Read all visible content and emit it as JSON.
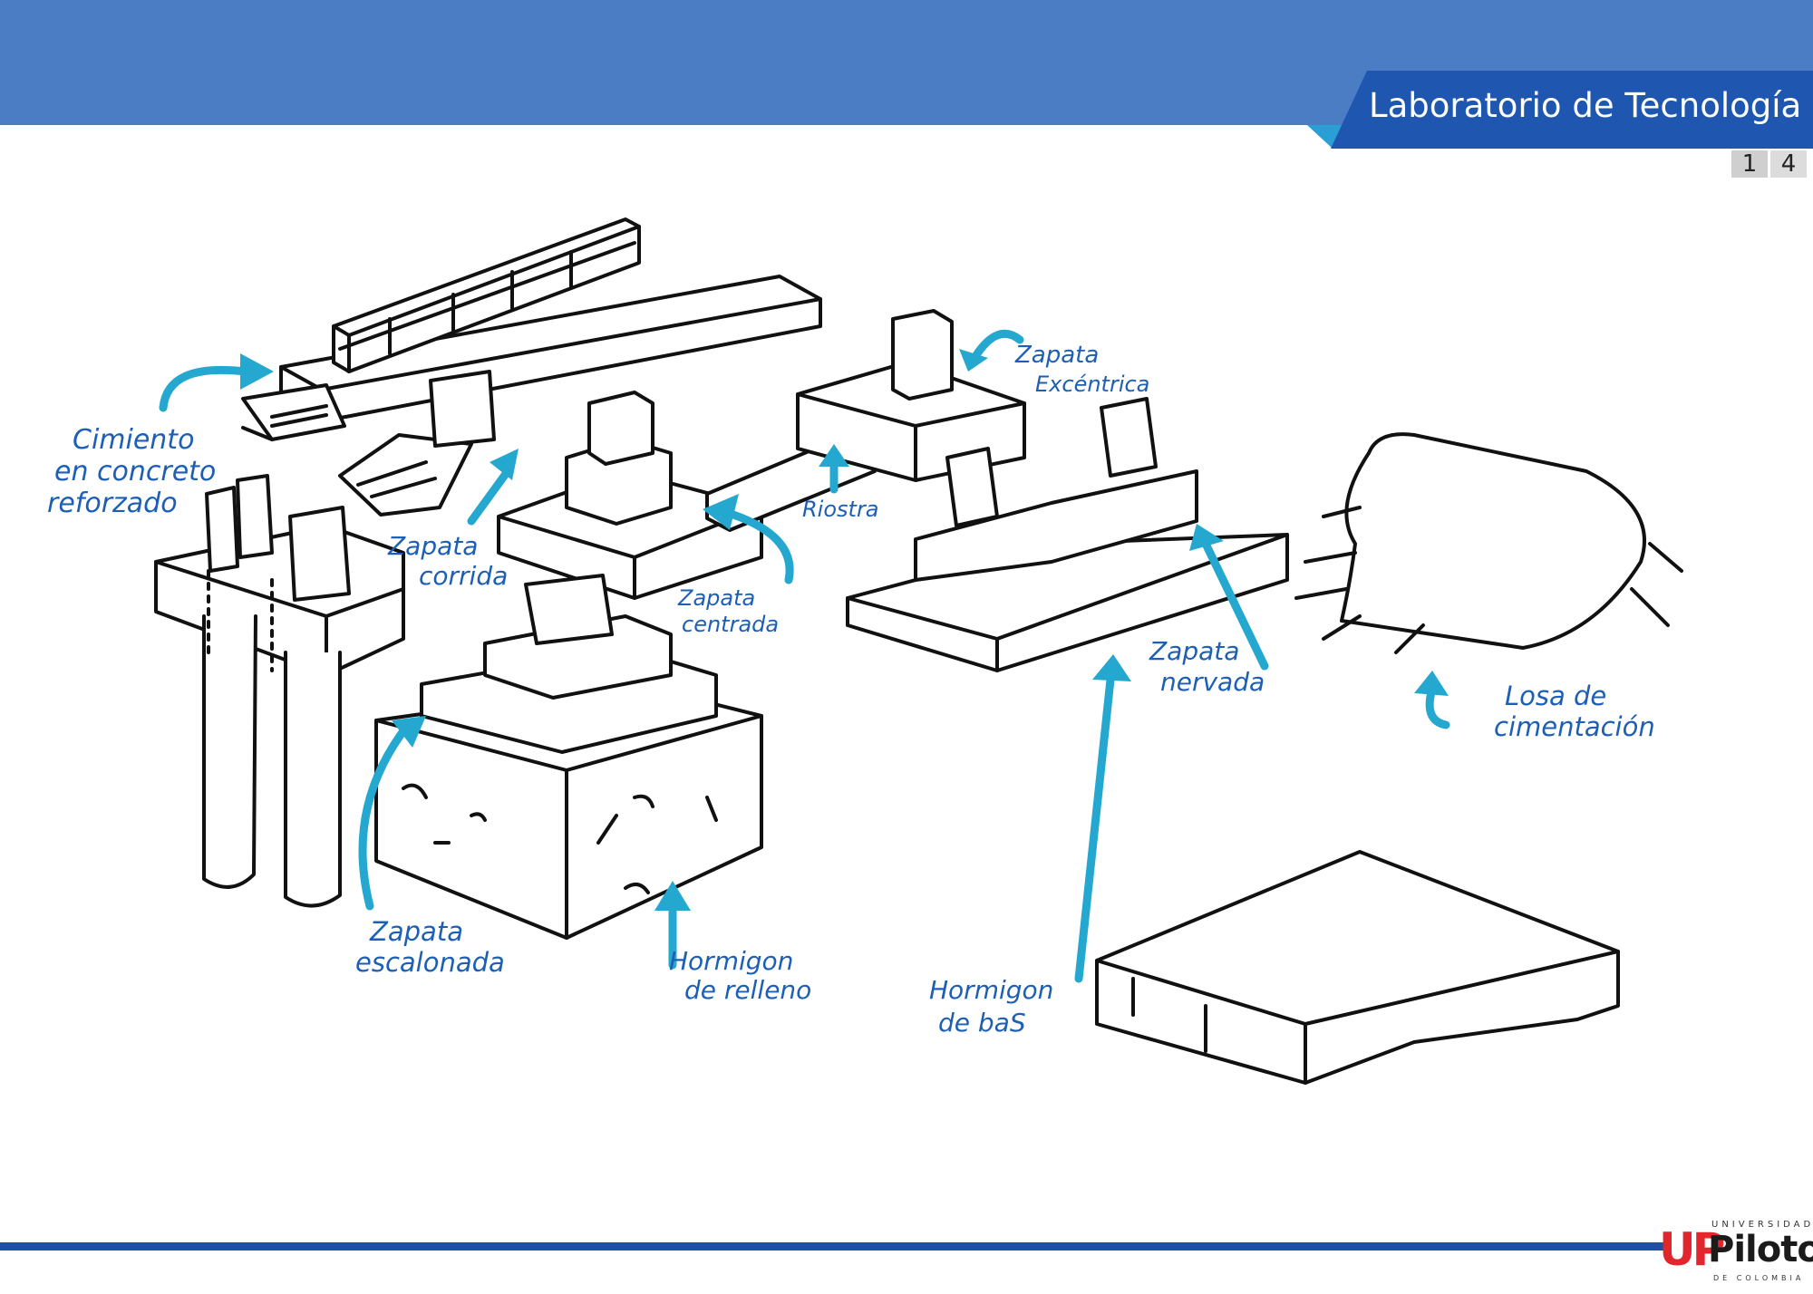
{
  "header": {
    "lab_title": "Laboratorio de Tecnología",
    "page_digits": [
      "1",
      "4"
    ]
  },
  "diagram": {
    "labels": {
      "cimiento_1": "Cimiento",
      "cimiento_2": "en concreto",
      "cimiento_3": "reforzado",
      "zap_corrida_1": "Zapata",
      "zap_corrida_2": "corrida",
      "zap_excentrica_1": "Zapata",
      "zap_excentrica_2": "Excéntrica",
      "riostra": "Riostra",
      "zap_centrada_1": "Zapata",
      "zap_centrada_2": "centrada",
      "zap_nervada_1": "Zapata",
      "zap_nervada_2": "nervada",
      "losa_1": "Losa de",
      "losa_2": "cimentación",
      "zap_escalonada_1": "Zapata",
      "zap_escalonada_2": "escalonada",
      "relleno_1": "Hormigon",
      "relleno_2": "de relleno",
      "base_1": "Hormigon",
      "base_2": "de baS"
    }
  },
  "footer": {
    "logo_mark": "UP",
    "logo_univ": "UNIVERSIDAD",
    "logo_name": "Piloto",
    "logo_country": "DE COLOMBIA"
  },
  "colors": {
    "band": "#4a7dc4",
    "tab": "#1e56b0",
    "arrow": "#25a8cf",
    "label": "#1d5fb5",
    "bottom_line": "#1f4fa8"
  }
}
